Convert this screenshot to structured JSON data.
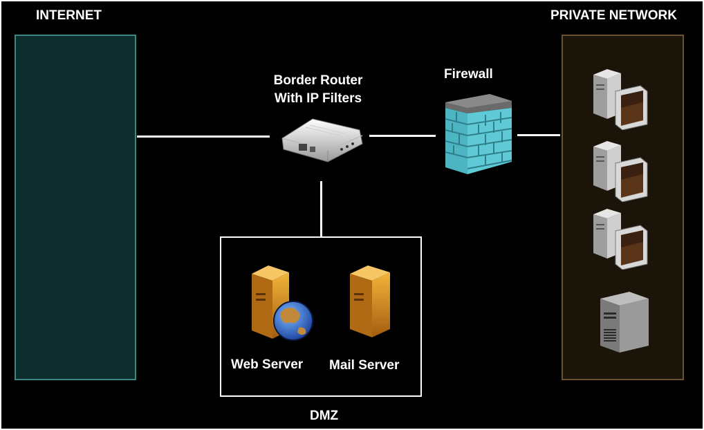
{
  "internet": {
    "label": "INTERNET"
  },
  "private_network": {
    "label": "PRIVATE NETWORK"
  },
  "router": {
    "label_line1": "Border Router",
    "label_line2": "With IP Filters",
    "icon": "router-icon"
  },
  "firewall": {
    "label": "Firewall",
    "icon": "firewall-icon"
  },
  "dmz": {
    "label": "DMZ",
    "servers": [
      {
        "label": "Web Server",
        "icon": "web-server-icon"
      },
      {
        "label": "Mail Server",
        "icon": "mail-server-icon"
      }
    ]
  },
  "private_devices": [
    "workstation-icon",
    "workstation-icon",
    "workstation-icon",
    "server-tower-icon"
  ],
  "colors": {
    "background": "#000000",
    "internet_fill": "#0e2e2e",
    "internet_border": "#3a8a84",
    "private_fill": "#1b1408",
    "private_border": "#6a5332",
    "firewall_brick": "#5fc9d6",
    "server_gold": "#e0a020"
  }
}
